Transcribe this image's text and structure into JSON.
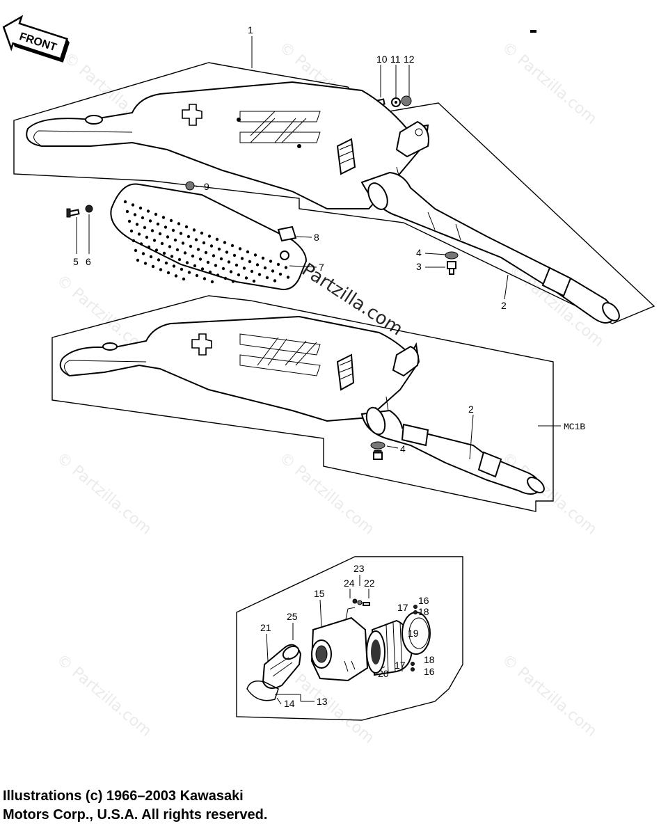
{
  "front_arrow": {
    "label": "FRONT"
  },
  "callouts": {
    "c1": "1",
    "c10": "10",
    "c11": "11",
    "c12": "12",
    "c9": "9",
    "c8": "8",
    "c7": "7",
    "c5": "5",
    "c6": "6",
    "c4a": "4",
    "c3": "3",
    "c2a": "2",
    "c2b": "2",
    "c4b": "4",
    "model_code": "MC1B",
    "c23": "23",
    "c24": "24",
    "c22": "22",
    "c15": "15",
    "c17a": "17",
    "c16a": "16",
    "c18a": "18",
    "c19": "19",
    "c18b": "18",
    "c17b": "17",
    "c16b": "16",
    "c20": "20",
    "c21": "21",
    "c25": "25",
    "c13": "13",
    "c14": "14"
  },
  "watermarks": {
    "text": "© Partzilla.com",
    "center_text": "Partzilla.com"
  },
  "copyright": {
    "line1": "Illustrations (c) 1966–2003 Kawasaki",
    "line2": "Motors Corp., U.S.A.  All rights reserved."
  },
  "colors": {
    "ink": "#000000",
    "paper": "#ffffff"
  }
}
